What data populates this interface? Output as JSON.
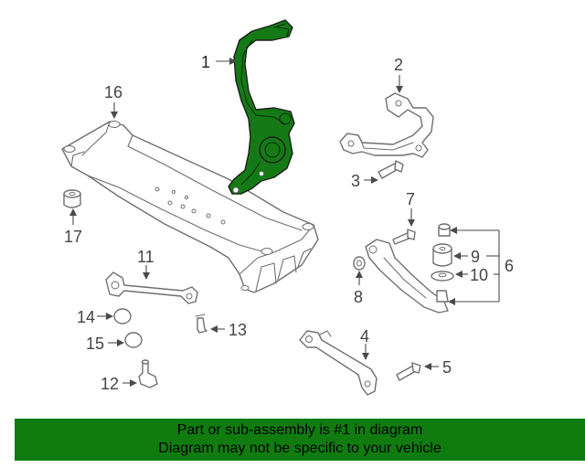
{
  "callouts": {
    "c1": "1",
    "c2": "2",
    "c3": "3",
    "c4": "4",
    "c5": "5",
    "c6": "6",
    "c7": "7",
    "c8": "8",
    "c9": "9",
    "c10": "10",
    "c11": "11",
    "c12": "12",
    "c13": "13",
    "c14": "14",
    "c15": "15",
    "c16": "16",
    "c17": "17"
  },
  "banner": {
    "line1": "Part or sub-assembly is #1 in diagram",
    "line2": "Diagram may not be specific to your vehicle"
  },
  "colors": {
    "highlight": "#157a15",
    "banner": "#107c10"
  }
}
